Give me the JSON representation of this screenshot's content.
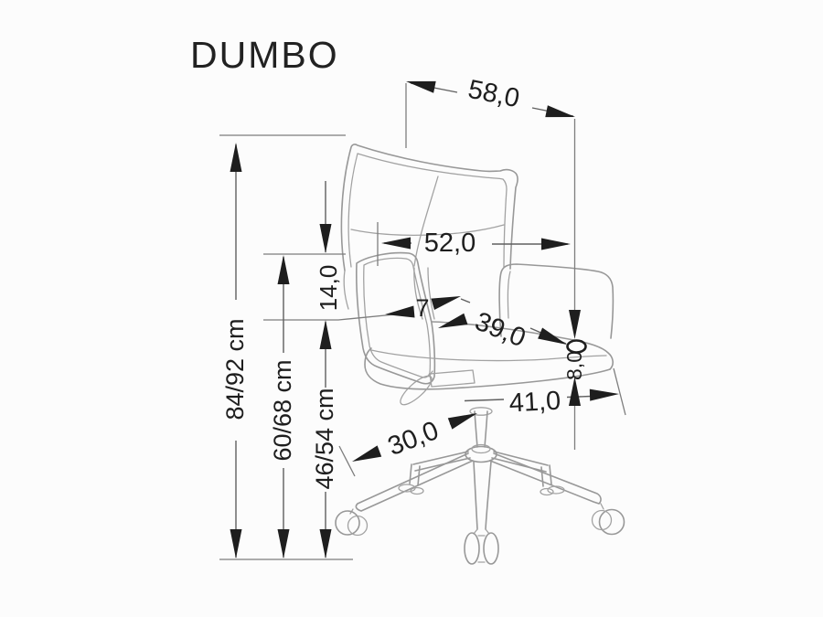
{
  "page": {
    "background": "#fcfcfc"
  },
  "drawing": {
    "title": "DUMBO",
    "colors": {
      "chair_line": "#989898",
      "dimension_line": "#606060",
      "ink": "#1e1e1e"
    },
    "dimensions": {
      "total_height": {
        "label": "84/92 cm"
      },
      "armrest_height": {
        "label": "60/68 cm"
      },
      "seat_height": {
        "label": "46/54 cm"
      },
      "seat_to_armrest": {
        "label": "14,0"
      },
      "total_depth": {
        "label": "58,0"
      },
      "backrest_width": {
        "label": "52,0"
      },
      "armrest_width": {
        "label": "7"
      },
      "seat_depth": {
        "label": "39,0"
      },
      "cushion_thickness": {
        "label": "8,0"
      },
      "seat_width": {
        "label": "41,0"
      },
      "base_arm_length": {
        "label": "30,0"
      }
    }
  }
}
